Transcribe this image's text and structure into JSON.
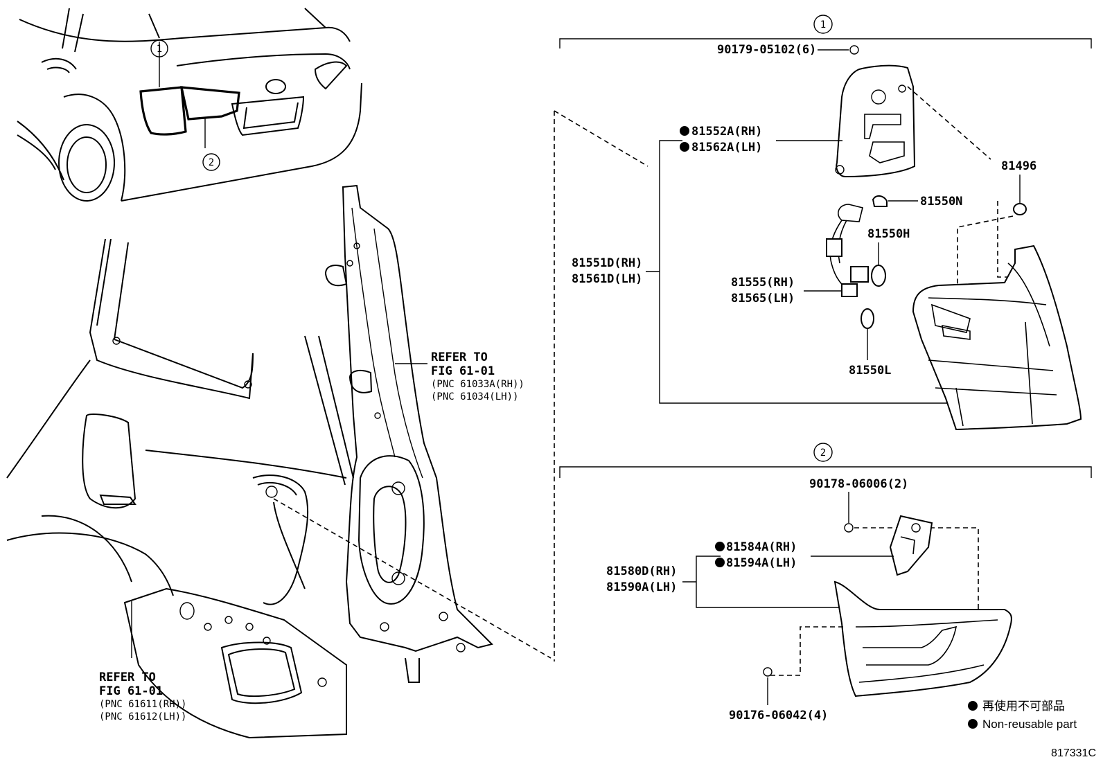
{
  "callouts": {
    "assembly_1": "1",
    "assembly_2": "2",
    "car_1": "1",
    "car_2": "2"
  },
  "parts": {
    "screw_1": "90179-05102(6)",
    "gasket_rh": "81552A(RH)",
    "gasket_lh": "81562A(LH)",
    "clip": "81496",
    "bulb_n": "81550N",
    "bulb_h": "81550H",
    "bulb_l": "81550L",
    "lamp_assy_rh": "81551D(RH)",
    "lamp_assy_lh": "81561D(LH)",
    "socket_rh": "81555(RH)",
    "socket_lh": "81565(LH)",
    "nut_2": "90178-06006(2)",
    "gasket2_rh": "81584A(RH)",
    "gasket2_lh": "81594A(LH)",
    "lamp2_rh": "81580D(RH)",
    "lamp2_lh": "81590A(LH)",
    "screw_2": "90176-06042(4)"
  },
  "refer_upper": {
    "line1": "REFER TO",
    "line2": "FIG 61-01",
    "line3": "(PNC 61033A(RH))",
    "line4": "(PNC 61034(LH))"
  },
  "refer_lower": {
    "line1": "REFER TO",
    "line2": "FIG 61-01",
    "line3": "(PNC 61611(RH))",
    "line4": "(PNC 61612(LH))"
  },
  "legend": {
    "japanese": "再使用不可部品",
    "english": "Non-reusable part"
  },
  "figure_id": "817331C"
}
